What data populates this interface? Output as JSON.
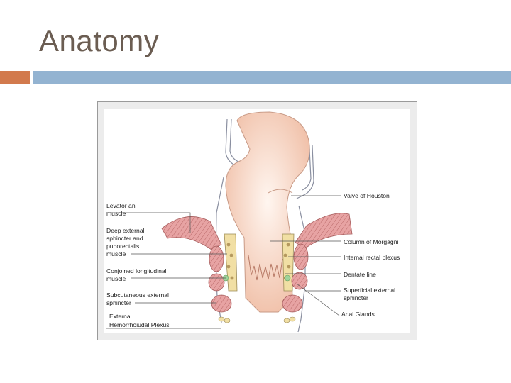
{
  "slide": {
    "title": "Anatomy"
  },
  "colors": {
    "accent_orange": "#d27a4d",
    "accent_blue": "#93b3d1",
    "title_text": "#6b5d52",
    "tissue_pink": "#f3c7b2",
    "muscle_red": "#d98a8a"
  },
  "diagram": {
    "labels_left": {
      "levator_1": "Levator ani",
      "levator_2": "muscle",
      "deep_1": "Deep external",
      "deep_2": "sphincter and",
      "deep_3": "puborectalis",
      "deep_4": "muscle",
      "conj_1": "Conjoined longitudinal",
      "conj_2": "muscle",
      "subcut_1": "Subcutaneous external",
      "subcut_2": "sphincter",
      "ext_1": "External",
      "ext_2": "Hemorrhoiudal Plexus"
    },
    "labels_right": {
      "houston": "Valve of Houston",
      "morgagni": "Column of Morgagni",
      "internal_plexus": "Internal rectal plexus",
      "dentate": "Dentate line",
      "superficial_1": "Superficial external",
      "superficial_2": "sphincter",
      "glands": "Anal Glands"
    }
  }
}
